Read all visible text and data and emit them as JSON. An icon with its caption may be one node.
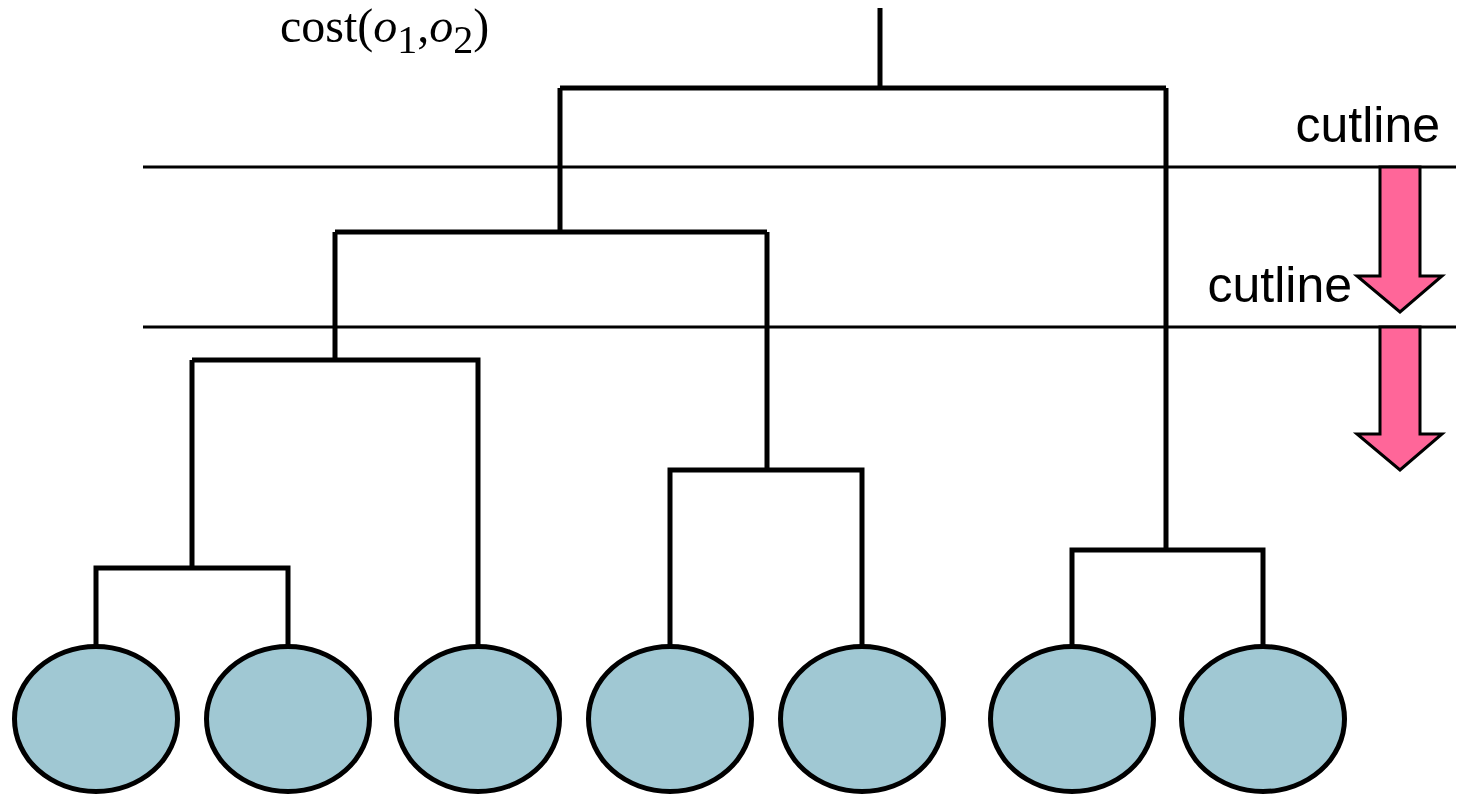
{
  "diagram": {
    "nodes": [
      {
        "text": [],
        "shape": "circle"
      },
      {
        "text": [],
        "shape": "circle"
      },
      {
        "text": [],
        "shape": "circle"
      },
      {
        "text": [],
        "shape": "circle"
      },
      {
        "text": [],
        "shape": "circle"
      },
      {
        "text": [],
        "shape": "circle"
      },
      {
        "text": [],
        "shape": "circle"
      }
    ],
    "labels": [
      "cost(*o*$_{1}$,*o*$_{2}$)",
      "cutline",
      "cutline"
    ]
  }
}
